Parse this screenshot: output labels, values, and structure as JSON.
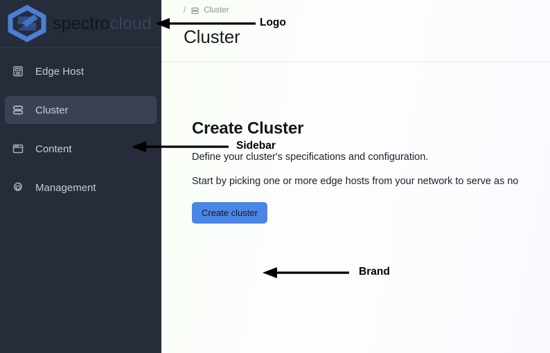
{
  "sidebar": {
    "brand": {
      "logo_icon": "spectro-cloud-hex-logo",
      "name_primary": "spectro",
      "name_secondary": "cloud"
    },
    "items": [
      {
        "label": "Edge Host",
        "icon": "server-icon",
        "active": false
      },
      {
        "label": "Cluster",
        "icon": "layers-icon",
        "active": true
      },
      {
        "label": "Content",
        "icon": "browser-window-icon",
        "active": false
      },
      {
        "label": "Management",
        "icon": "gear-icon",
        "active": false
      }
    ]
  },
  "topbar": {
    "breadcrumb": {
      "separator": "/",
      "icon": "layers-icon",
      "label": "Cluster"
    },
    "page_title": "Cluster"
  },
  "main": {
    "heading": "Create Cluster",
    "paragraph_1": "Define your cluster's specifications and configuration.",
    "paragraph_2": "Start by picking one or more edge hosts from your network to serve as no",
    "cta_label": "Create cluster"
  },
  "annotations": [
    {
      "id": "logo",
      "label": "Logo"
    },
    {
      "id": "sidebar",
      "label": "Sidebar"
    },
    {
      "id": "brand",
      "label": "Brand"
    }
  ],
  "colors": {
    "sidebar_bg": "#272c3a",
    "sidebar_active_bg": "#3b4153",
    "accent_blue": "#4a86e8",
    "logo_blue": "#4a7fd4",
    "annotation_black": "#000000"
  }
}
